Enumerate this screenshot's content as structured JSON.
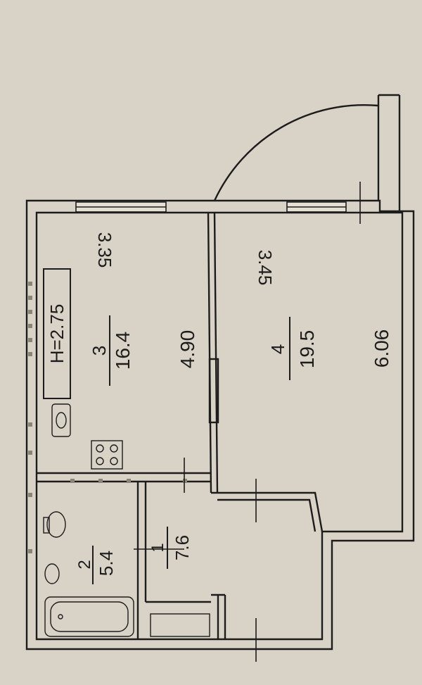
{
  "plan": {
    "height_label": "H=2.75",
    "rooms": [
      {
        "number": "1",
        "area": "7.6"
      },
      {
        "number": "2",
        "area": "5.4"
      },
      {
        "number": "3",
        "area": "16.4"
      },
      {
        "number": "4",
        "area": "19.5"
      }
    ],
    "dimensions": {
      "room3_width": "3.35",
      "room3_length": "4.90",
      "room4_width": "3.45",
      "room4_length": "6.06"
    }
  },
  "colors": {
    "paper": "#d9d2c6",
    "line": "#1c1c1c"
  }
}
